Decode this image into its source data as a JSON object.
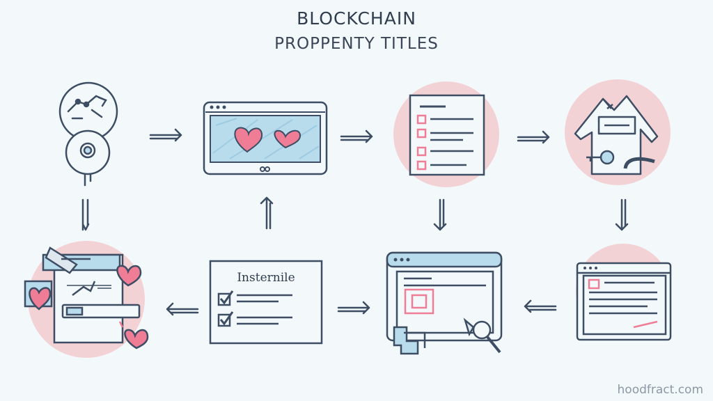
{
  "header": {
    "title": "BLOCKCHAIN",
    "subtitle": "PROPPENTY TITLES"
  },
  "steps": {
    "checklist_heading": "Insternile"
  },
  "watermark": "hoodfract.com",
  "colors": {
    "background": "#f3f8fb",
    "ink": "#3d4d63",
    "accent_pink": "#f3d2d6",
    "heart_pink": "#ee7d95",
    "screen_blue": "#b9dced"
  },
  "icons": [
    "blockchain-node-icon",
    "heart-screen-monitor-icon",
    "title-document-icon",
    "house-key-icon",
    "record-dialog-icon",
    "checklist-card-icon",
    "search-browser-window-icon",
    "document-browser-window-icon"
  ]
}
